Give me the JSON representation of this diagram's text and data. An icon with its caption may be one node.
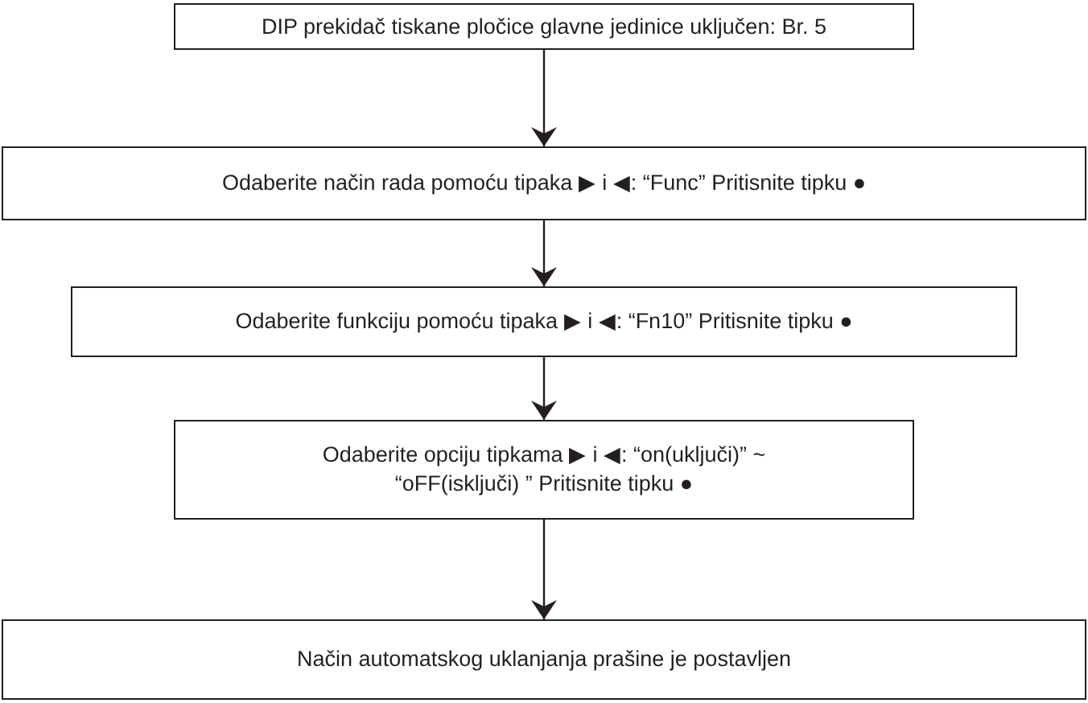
{
  "diagram": {
    "nodes": [
      {
        "text": [
          "DIP prekidač tiskane pločice glavne jedinice uključen: Br. 5"
        ]
      },
      {
        "text": [
          "Odaberite način rada pomoću tipaka ▶ i ◀: “Func” Pritisnite tipku ●"
        ]
      },
      {
        "text": [
          "Odaberite funkciju pomoću tipaka ▶ i ◀: “Fn10” Pritisnite tipku ●"
        ]
      },
      {
        "text": [
          "Odaberite opciju tipkama ▶ i ◀: “on(uključi)” ~ “oFF(isključi) ” Pritisnite tipku ●"
        ]
      },
      {
        "text": [
          "Način automatskog uklanjanja prašine je postavljen"
        ]
      }
    ],
    "edges": [
      {
        "from": 0,
        "to": 1,
        "arrow": "to"
      },
      {
        "from": 1,
        "to": 2,
        "arrow": "to"
      },
      {
        "from": 2,
        "to": 3,
        "arrow": "to"
      },
      {
        "from": 3,
        "to": 4,
        "arrow": "to"
      }
    ]
  }
}
